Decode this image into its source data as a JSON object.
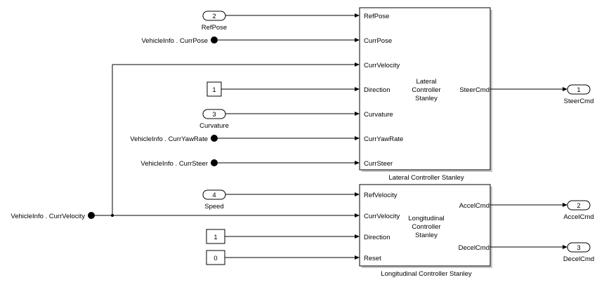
{
  "colors": {
    "background": "#ffffff",
    "line": "#000000",
    "shadow": "#c8c8c8"
  },
  "blocks": {
    "lateral": {
      "inner_label_lines": [
        "Lateral",
        "Controller",
        "Stanley"
      ],
      "caption": "Lateral Controller Stanley",
      "inputs": [
        "RefPose",
        "CurrPose",
        "CurrVelocity",
        "Direction",
        "Curvature",
        "CurrYawRate",
        "CurrSteer"
      ],
      "outputs": [
        "SteerCmd"
      ]
    },
    "longitudinal": {
      "inner_label_lines": [
        "Longitudinal",
        "Controller",
        "Stanley"
      ],
      "caption": "Longitudinal Controller Stanley",
      "inputs": [
        "RefVelocity",
        "CurrVelocity",
        "Direction",
        "Reset"
      ],
      "outputs": [
        "AccelCmd",
        "DecelCmd"
      ]
    }
  },
  "inports": [
    {
      "number": "2",
      "label": "RefPose"
    },
    {
      "number": "3",
      "label": "Curvature"
    },
    {
      "number": "4",
      "label": "Speed"
    }
  ],
  "outports": [
    {
      "number": "1",
      "label": "SteerCmd"
    },
    {
      "number": "2",
      "label": "AccelCmd"
    },
    {
      "number": "3",
      "label": "DecelCmd"
    }
  ],
  "constants": [
    {
      "value": "1"
    },
    {
      "value": "1"
    },
    {
      "value": "0"
    }
  ],
  "bus_selectors": [
    {
      "label": "VehicleInfo . CurrPose"
    },
    {
      "label": "VehicleInfo . CurrYawRate"
    },
    {
      "label": "VehicleInfo . CurrSteer"
    },
    {
      "label": "VehicleInfo . CurrVelocity"
    }
  ]
}
